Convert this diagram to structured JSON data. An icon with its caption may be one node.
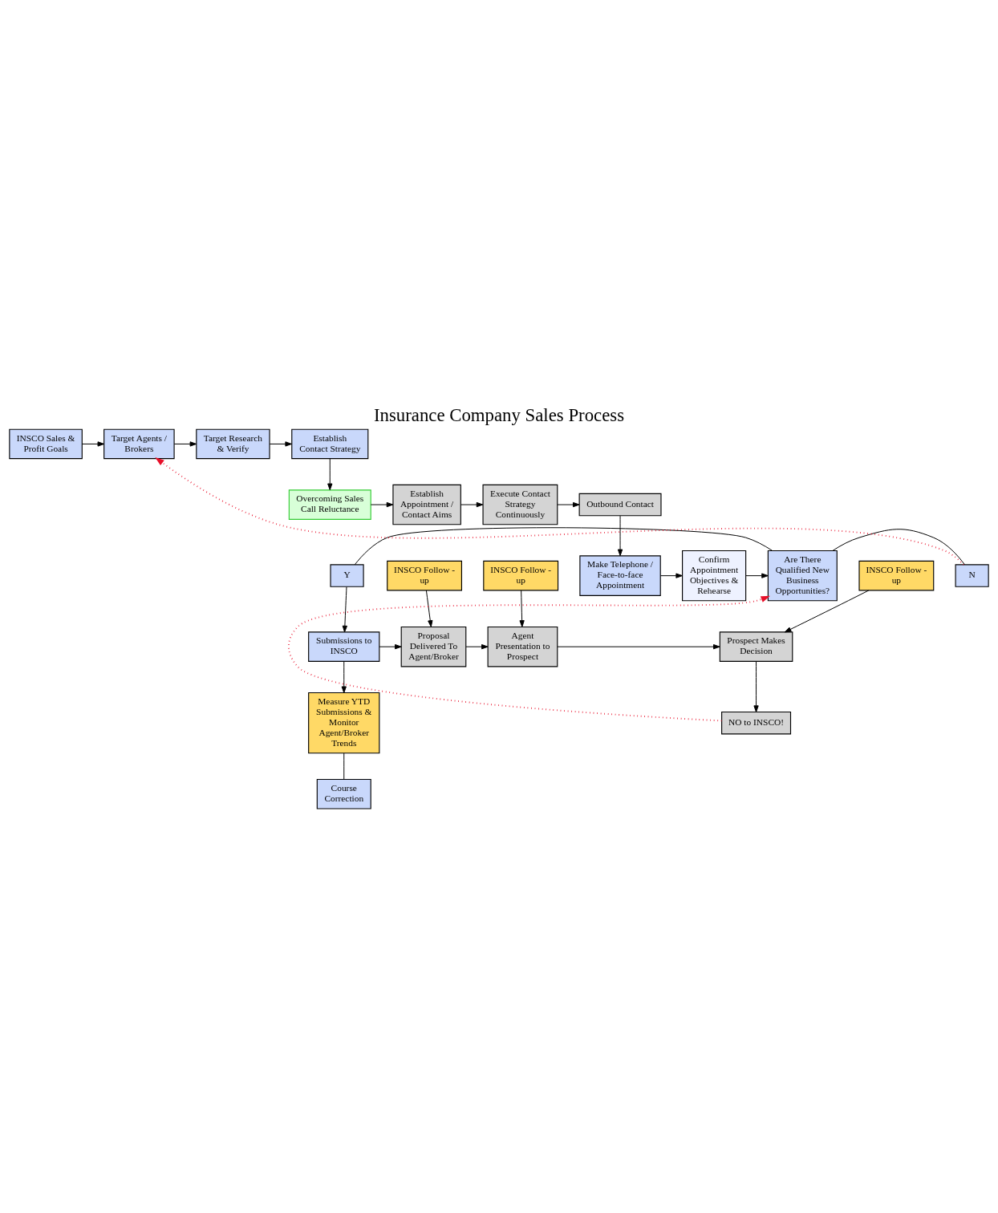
{
  "diagram": {
    "title": "Insurance Company Sales Process",
    "nodes": [
      {
        "text": [
          "INSCO Sales & Profit Goals"
        ]
      },
      {
        "text": [
          "Target Agents / Brokers"
        ]
      },
      {
        "text": [
          "Target Research & Verify"
        ]
      },
      {
        "text": [
          "Establish Contact Strategy"
        ]
      },
      {
        "text": [
          "Overcoming Sales Call Reluctance"
        ]
      },
      {
        "text": [
          "Establish Appointment / Contact Aims"
        ]
      },
      {
        "text": [
          "Execute Contact Strategy Continuously"
        ]
      },
      {
        "text": [
          "Outbound Contact"
        ]
      },
      {
        "text": [
          "Make Telephone / Face-to-face Appointment"
        ]
      },
      {
        "text": [
          "Confirm Appointment Objectives & Rehearse"
        ]
      },
      {
        "text": [
          "Are There Qualified New Business Opportunities?"
        ]
      },
      {
        "text": [
          "N"
        ]
      },
      {
        "text": [
          "Y"
        ]
      },
      {
        "text": [
          "Submissions to INSCO"
        ]
      },
      {
        "text": [
          "INSCO Follow - up"
        ]
      },
      {
        "text": [
          "INSCO Follow - up"
        ]
      },
      {
        "text": [
          "INSCO Follow - up"
        ]
      },
      {
        "text": [
          "Prospect Makes Decision"
        ]
      },
      {
        "text": [
          "Agent Presentation to Prospect"
        ]
      },
      {
        "text": [
          "Proposal Delivered To Agent/Broker"
        ]
      },
      {
        "text": [
          "NO to INSCO!"
        ]
      },
      {
        "text": [
          "Measure YTD Submissions & Monitor Agent/Broker Trends"
        ]
      },
      {
        "text": [
          "Course Correction"
        ]
      }
    ],
    "edges": [
      {
        "from": 0,
        "to": 1,
        "arrow": "to"
      },
      {
        "from": 1,
        "to": 2,
        "arrow": "to"
      },
      {
        "from": 2,
        "to": 3,
        "arrow": "to"
      },
      {
        "from": 3,
        "to": 4,
        "arrow": "to"
      },
      {
        "from": 4,
        "to": 5,
        "arrow": "to"
      },
      {
        "from": 5,
        "to": 6,
        "arrow": "to"
      },
      {
        "from": 6,
        "to": 7,
        "arrow": "to"
      },
      {
        "from": 7,
        "to": 8,
        "arrow": "to"
      },
      {
        "from": 8,
        "to": 9,
        "arrow": "to"
      },
      {
        "from": 9,
        "to": 10,
        "arrow": "to"
      },
      {
        "from": 10,
        "to": 11,
        "arrow": "none"
      },
      {
        "from": 10,
        "to": 12,
        "arrow": "none"
      },
      {
        "from": 11,
        "to": 1,
        "arrow": "to",
        "style": "dashed",
        "color": "#e8102a"
      },
      {
        "from": 12,
        "to": 13,
        "arrow": "to"
      },
      {
        "from": 13,
        "to": 19,
        "arrow": "to"
      },
      {
        "from": 19,
        "to": 18,
        "arrow": "to"
      },
      {
        "from": 18,
        "to": 17,
        "arrow": "to"
      },
      {
        "from": 17,
        "to": 20,
        "arrow": "to"
      },
      {
        "from": 14,
        "to": 17,
        "arrow": "to"
      },
      {
        "from": 15,
        "to": 18,
        "arrow": "to"
      },
      {
        "from": 16,
        "to": 19,
        "arrow": "to"
      },
      {
        "from": 20,
        "to": 10,
        "arrow": "to",
        "style": "dashed",
        "color": "#e8102a"
      },
      {
        "from": 13,
        "to": 21,
        "arrow": "to"
      },
      {
        "from": 21,
        "to": 22,
        "arrow": "none"
      }
    ]
  }
}
